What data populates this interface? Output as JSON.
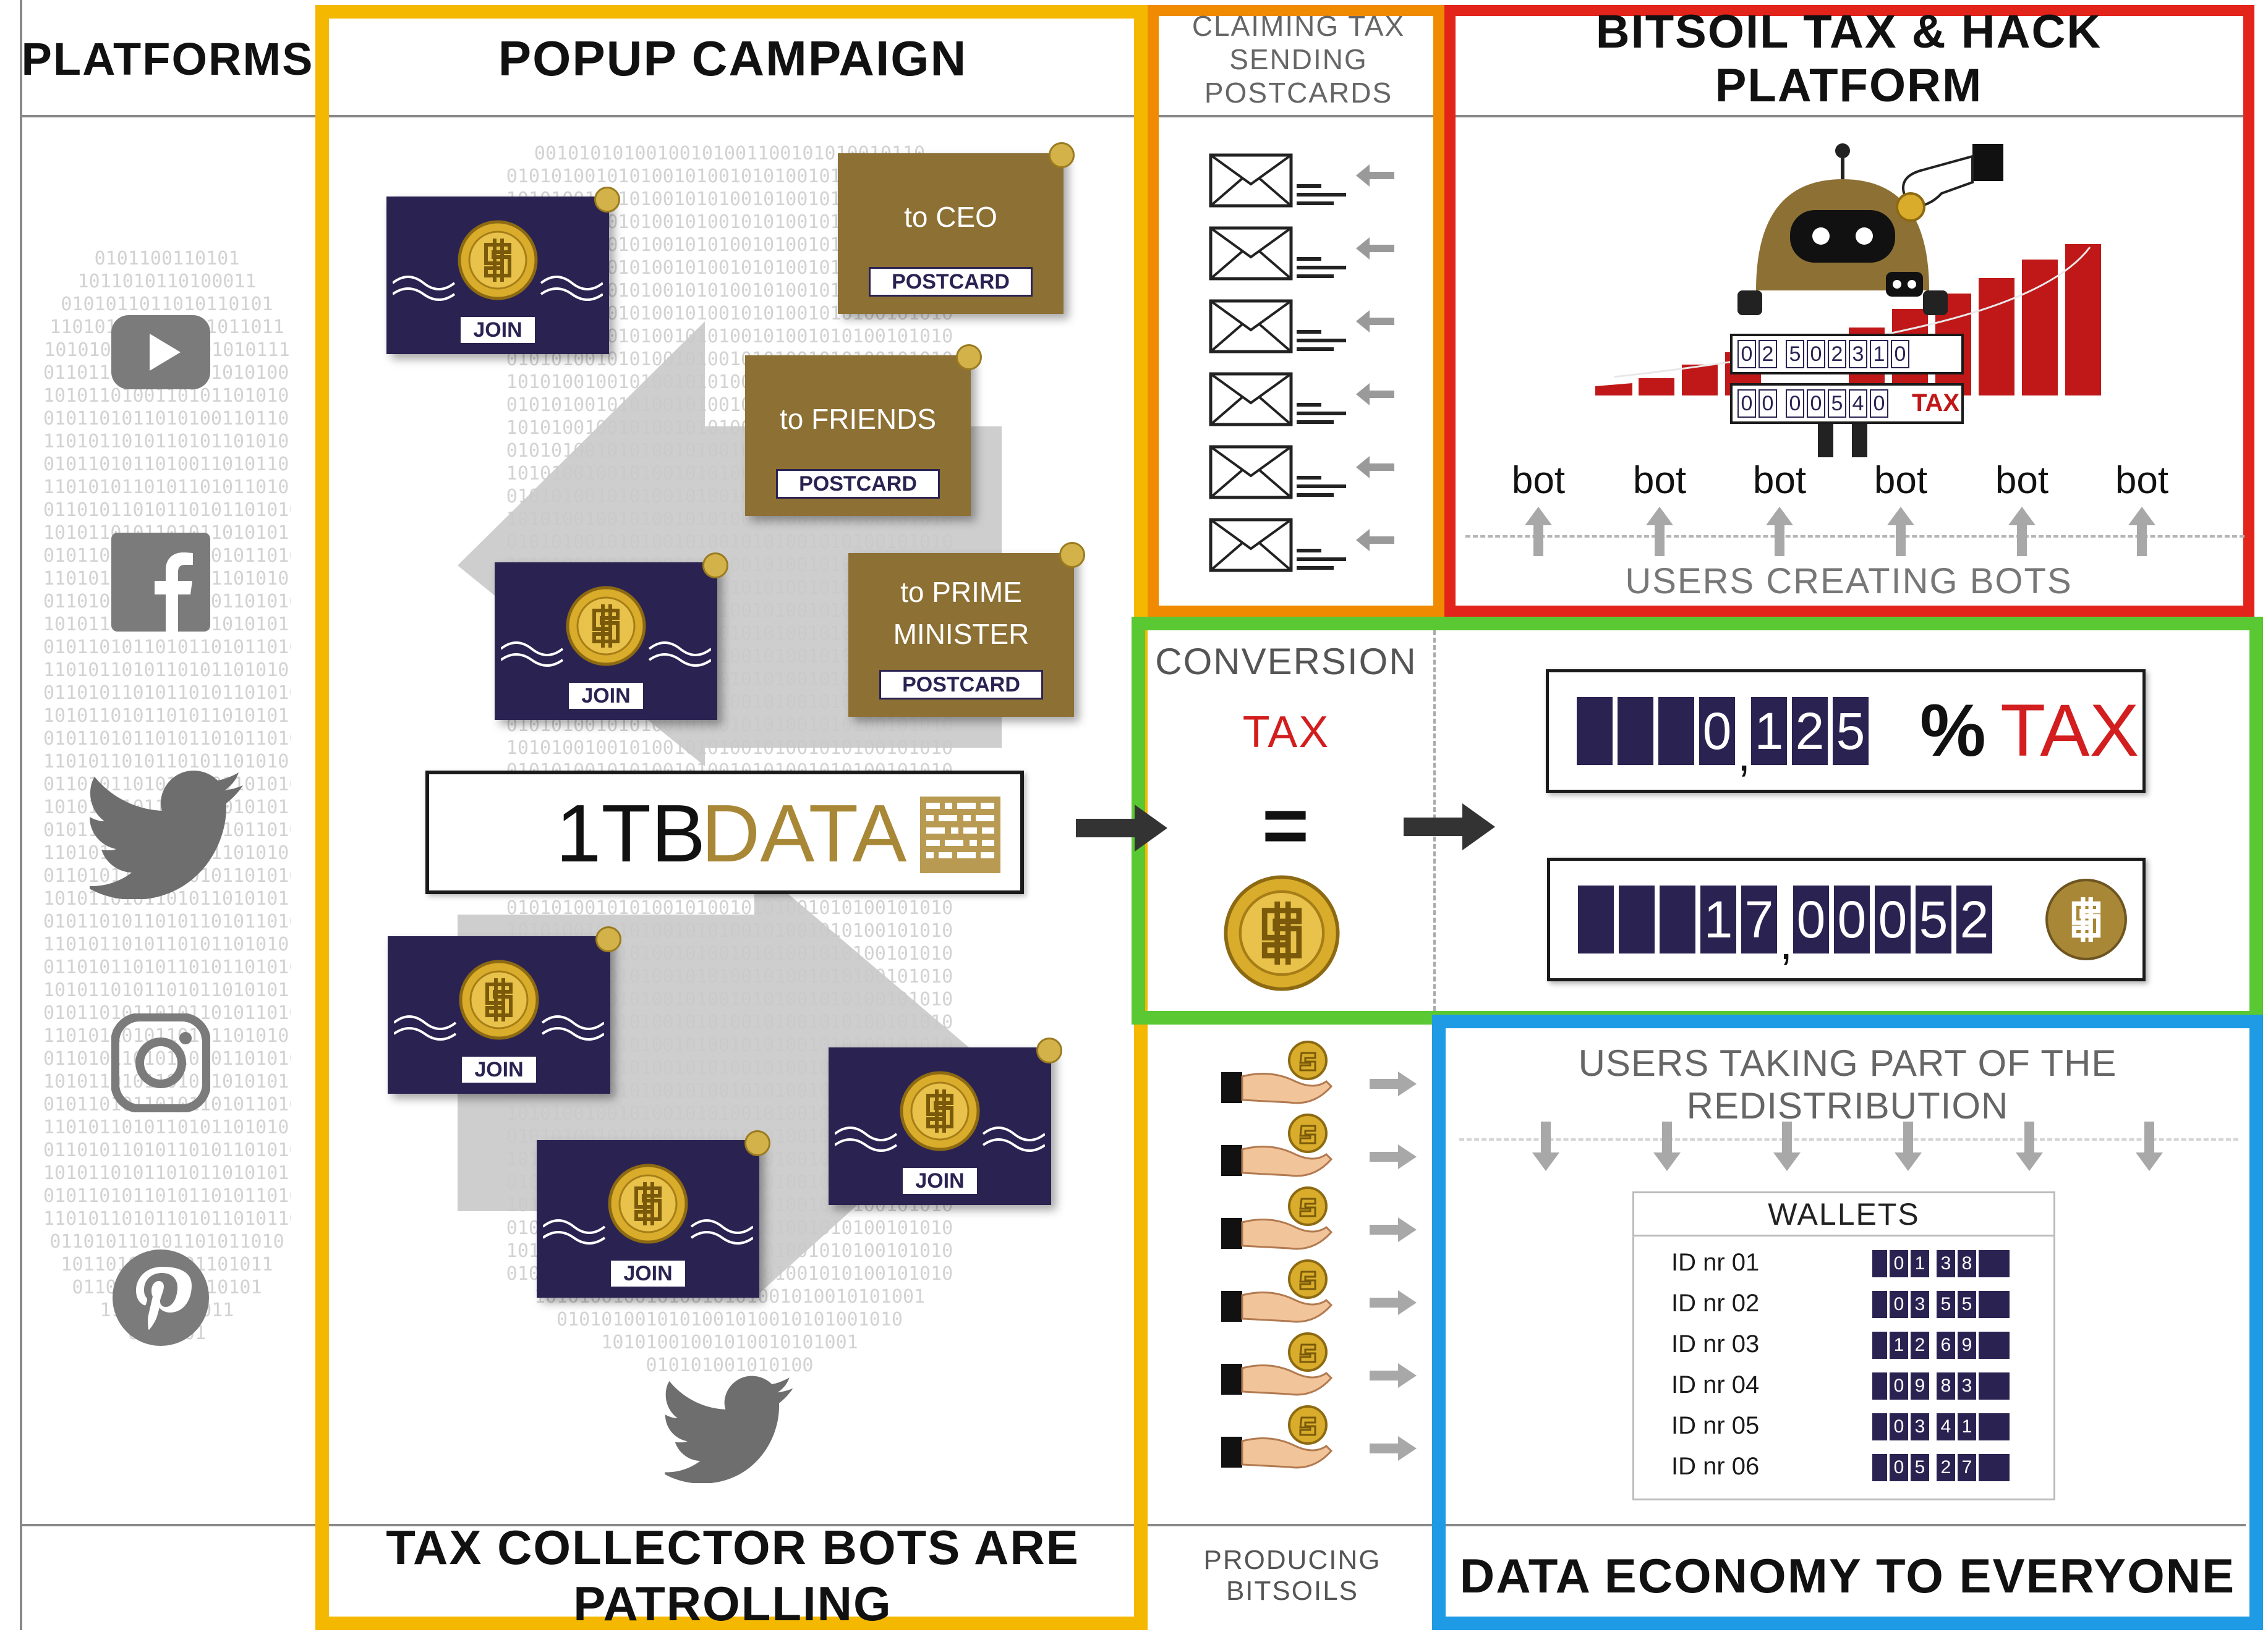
{
  "headers": {
    "platforms": "PLATFORMS",
    "popup": "POPUP CAMPAIGN",
    "claiming_line1": "CLAIMING TAX",
    "claiming_line2": "SENDING POSTCARDS",
    "bitsoil": "BITSOIL TAX & HACK PLATFORM"
  },
  "footers": {
    "patrolling": "TAX COLLECTOR BOTS ARE PATROLLING",
    "producing": "PRODUCING BITSOILS",
    "economy": "DATA ECONOMY TO EVERYONE"
  },
  "platforms": [
    "youtube-icon",
    "facebook-icon",
    "twitter-icon",
    "instagram-icon",
    "pinterest-icon"
  ],
  "popup": {
    "join_label": "JOIN",
    "postcards": [
      {
        "to": "to CEO",
        "label": "POSTCARD"
      },
      {
        "to": "to FRIENDS",
        "label": "POSTCARD"
      },
      {
        "to_line1": "to PRIME",
        "to_line2": "MINISTER",
        "label": "POSTCARD"
      }
    ],
    "data_amount": "1TB",
    "data_word": "DATA"
  },
  "bitsoil": {
    "robot_counter": [
      "0",
      "2",
      "5",
      "0",
      "2",
      "3",
      "1",
      "0"
    ],
    "robot_tax_counter": [
      "0",
      "0",
      "0",
      "0",
      "5",
      "4",
      "0"
    ],
    "robot_tax_label": "TAX",
    "bot_label": "bot",
    "bots_count": 6,
    "users_creating": "USERS CREATING BOTS"
  },
  "conversion": {
    "title": "CONVERSION",
    "tax": "TAX",
    "equals": "=",
    "rate_digits": [
      "0",
      "1",
      "2",
      "5"
    ],
    "rate_percent": "%",
    "rate_tax": "TAX",
    "amount_digits": [
      "1",
      "7",
      "0",
      "0",
      "0",
      "5",
      "2"
    ]
  },
  "redistribution": {
    "title": "USERS TAKING PART OF THE REDISTRIBUTION",
    "wallets_title": "WALLETS",
    "wallets": [
      {
        "id": "ID nr 01",
        "value": [
          "0",
          "1",
          "3",
          "8"
        ]
      },
      {
        "id": "ID nr 02",
        "value": [
          "0",
          "3",
          "5",
          "5"
        ]
      },
      {
        "id": "ID nr 03",
        "value": [
          "1",
          "2",
          "6",
          "9"
        ]
      },
      {
        "id": "ID nr 04",
        "value": [
          "0",
          "9",
          "8",
          "3"
        ]
      },
      {
        "id": "ID nr 05",
        "value": [
          "0",
          "3",
          "4",
          "1"
        ]
      },
      {
        "id": "ID nr 06",
        "value": [
          "0",
          "5",
          "2",
          "7"
        ]
      }
    ]
  },
  "colors": {
    "popup_frame": "#f5b800",
    "claiming_frame": "#f08a00",
    "bitsoil_frame": "#e2241a",
    "conversion_frame": "#5ac832",
    "economy_frame": "#1f9be6",
    "navy": "#2a2352",
    "postcard_brown": "#8d7033",
    "gold": "#c9a227",
    "tax_red": "#d21e1e"
  }
}
